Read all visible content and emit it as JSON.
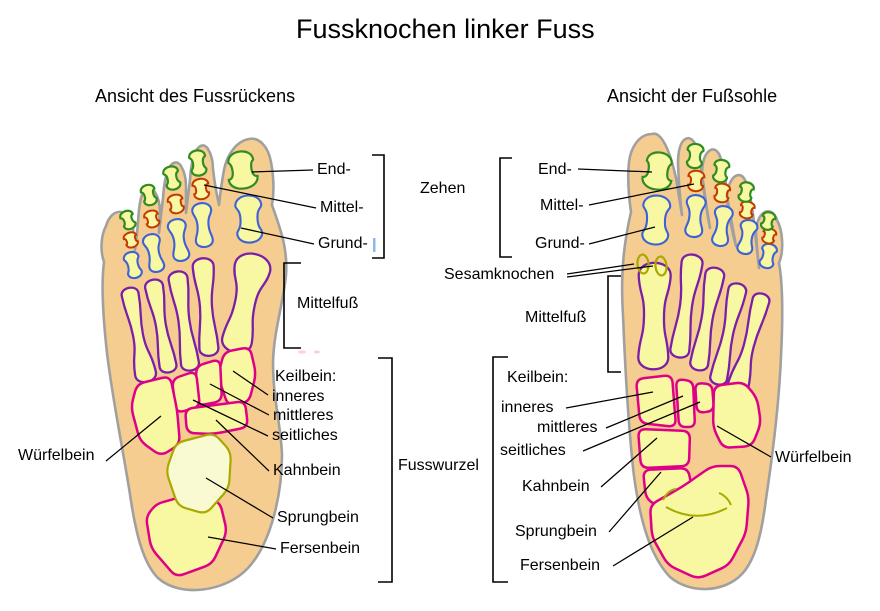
{
  "title": "Fussknochen linker Fuss",
  "views": {
    "dorsal": {
      "subtitle": "Ansicht des Fussrückens",
      "labels": {
        "end": "End-",
        "mittel": "Mittel-",
        "grund": "Grund-",
        "zehen": "Zehen",
        "mittelfuss": "Mittelfuß",
        "keilbein": "Keilbein:",
        "keilbein_inneres": "inneres",
        "keilbein_mittleres": "mittleres",
        "keilbein_seitliches": "seitliches",
        "kahnbein": "Kahnbein",
        "sprungbein": "Sprungbein",
        "fersenbein": "Fersenbein",
        "wuerfelbein": "Würfelbein",
        "fusswurzel": "Fusswurzel"
      }
    },
    "plantar": {
      "subtitle": "Ansicht der Fußsohle",
      "labels": {
        "end": "End-",
        "mittel": "Mittel-",
        "grund": "Grund-",
        "sesamknochen": "Sesamknochen",
        "mittelfuss": "Mittelfuß",
        "keilbein": "Keilbein:",
        "keilbein_inneres": "inneres",
        "keilbein_mittleres": "mittleres",
        "keilbein_seitliches": "seitliches",
        "kahnbein": "Kahnbein",
        "sprungbein": "Sprungbein",
        "fersenbein": "Fersenbein",
        "wuerfelbein": "Würfelbein"
      }
    }
  },
  "colors": {
    "background": "#FFFFFF",
    "flesh": "#F6CD90",
    "flesh_outline": "#A0A0A0",
    "bone_fill": "#F8F8A3",
    "talus_fill": "#FAFAD2",
    "distal_phalanx": "#2F8C1F",
    "middle_phalanx": "#C13B00",
    "proximal_phalanx": "#3C62D6",
    "metatarsal": "#7C1FA8",
    "tarsal": "#DE0087",
    "olive_detail": "#A9A900",
    "leader_line": "#000000",
    "bracket": "#000000",
    "text": "#000000",
    "cursor_artifact": "#8FB8EA",
    "smudge_artifact": "#F5A9CB"
  }
}
